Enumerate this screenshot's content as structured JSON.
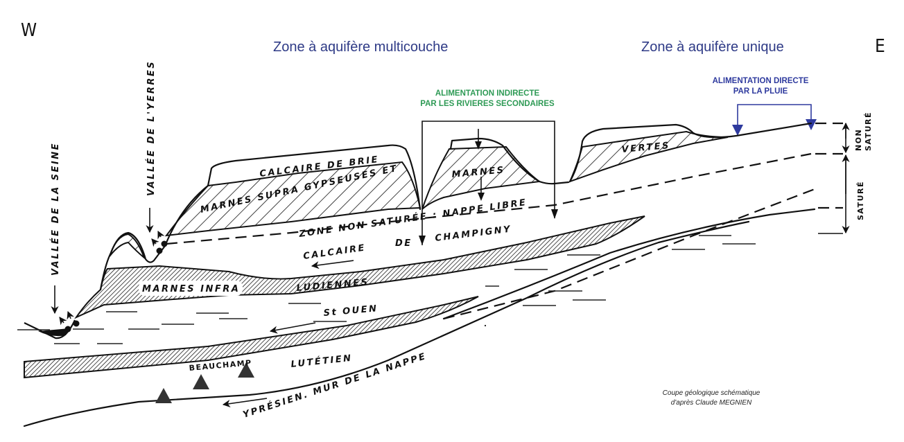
{
  "orientation": {
    "west": "W",
    "east": "E"
  },
  "zones": {
    "multilayer": "Zone à aquifère multicouche",
    "single": "Zone à aquifère unique"
  },
  "recharge": {
    "indirect_line1": "ALIMENTATION INDIRECTE",
    "indirect_line2": "PAR LES RIVIERES SECONDAIRES",
    "direct_line1": "ALIMENTATION DIRECTE",
    "direct_line2": "PAR LA PLUIE"
  },
  "valleys": {
    "seine": "VALLÉE DE LA SEINE",
    "yerres": "VALLÉE DE L'YERRES"
  },
  "layers": {
    "calcaire_brie": "CALCAIRE DE BRIE",
    "marnes_supra": "MARNES SUPRA GYPSEUSES ET",
    "marnes_mid": "MARNES",
    "vertes": "VERTES",
    "zone_non_saturee": "ZONE NON SATURÉE : NAPPE LIBRE",
    "calcaire": "CALCAIRE",
    "de": "DE",
    "champigny": "CHAMPIGNY",
    "marnes_infra": "MARNES INFRA",
    "ludiennes": "LUDIENNES",
    "st_ouen": "St OUEN",
    "beauchamp": "BEAUCHAMP",
    "lutetien": "LUTÉTIEN",
    "ypresien": "YPRÉSIEN. MUR DE LA NAPPE"
  },
  "saturation_scale": {
    "non_sature_1": "NON",
    "non_sature_2": "SATURÉ",
    "sature": "SATURÉ"
  },
  "credit": {
    "line1": "Coupe géologique schématique",
    "line2": "d'après Claude MEGNIEN"
  },
  "colors": {
    "zone_title": "#2e3a86",
    "indirect_recharge": "#2e9a55",
    "direct_recharge": "#2e3a9e",
    "ink": "#111111"
  }
}
